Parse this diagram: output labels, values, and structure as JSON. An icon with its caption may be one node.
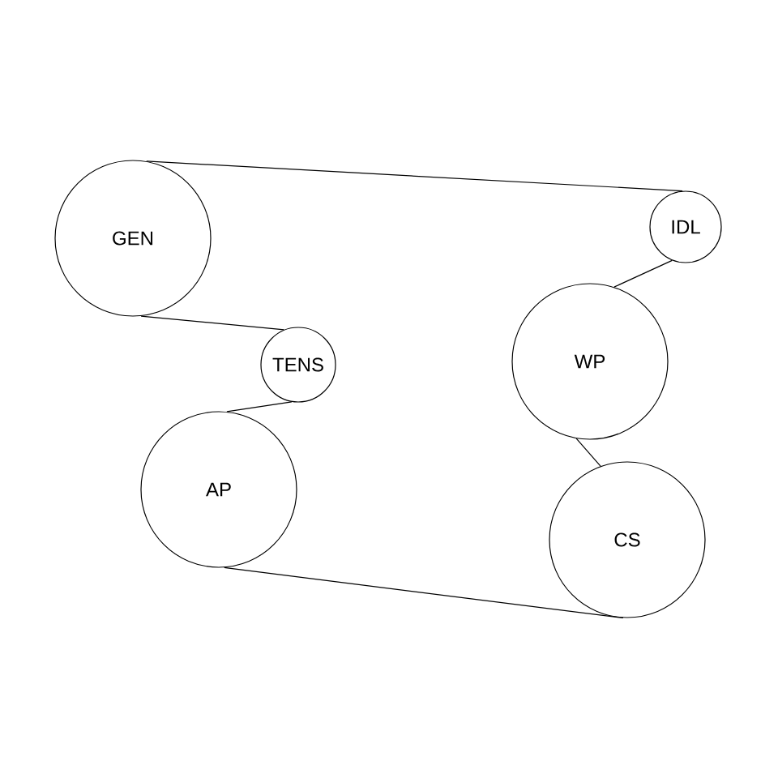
{
  "diagram": {
    "nodes": [
      {
        "text": [
          "GEN"
        ]
      },
      {
        "text": [
          "IDL"
        ]
      },
      {
        "text": [
          "TENS"
        ]
      },
      {
        "text": [
          "WP"
        ]
      },
      {
        "text": [
          "AP"
        ]
      },
      {
        "text": [
          "CS"
        ]
      }
    ],
    "edges": [
      {
        "from": 0,
        "to": 1,
        "arrow": "none"
      },
      {
        "from": 1,
        "to": 3,
        "arrow": "none"
      },
      {
        "from": 3,
        "to": 5,
        "arrow": "none"
      },
      {
        "from": 5,
        "to": 4,
        "arrow": "none"
      },
      {
        "from": 4,
        "to": 2,
        "arrow": "none"
      },
      {
        "from": 2,
        "to": 0,
        "arrow": "none"
      }
    ]
  }
}
